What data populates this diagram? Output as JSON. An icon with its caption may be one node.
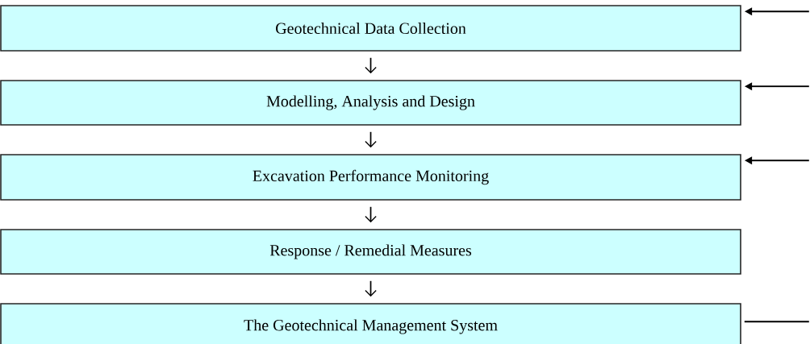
{
  "diagram": {
    "nodes": [
      {
        "text": [
          "Geotechnical Data Collection"
        ]
      },
      {
        "text": [
          "Modelling, Analysis and Design"
        ]
      },
      {
        "text": [
          "Excavation Performance Monitoring"
        ]
      },
      {
        "text": [
          "Response / Remedial Measures"
        ]
      },
      {
        "text": [
          "The Geotechnical Management System"
        ]
      }
    ],
    "edges": [
      {
        "from": 0,
        "to": 1,
        "arrow": "to"
      },
      {
        "from": 1,
        "to": 2,
        "arrow": "to"
      },
      {
        "from": 2,
        "to": 3,
        "arrow": "to"
      },
      {
        "from": 3,
        "to": 4,
        "arrow": "to"
      },
      {
        "from": null,
        "to": 0,
        "arrow": "to"
      },
      {
        "from": null,
        "to": 1,
        "arrow": "to"
      },
      {
        "from": null,
        "to": 2,
        "arrow": "to"
      },
      {
        "from": 4,
        "to": null,
        "arrow": "none"
      }
    ]
  }
}
